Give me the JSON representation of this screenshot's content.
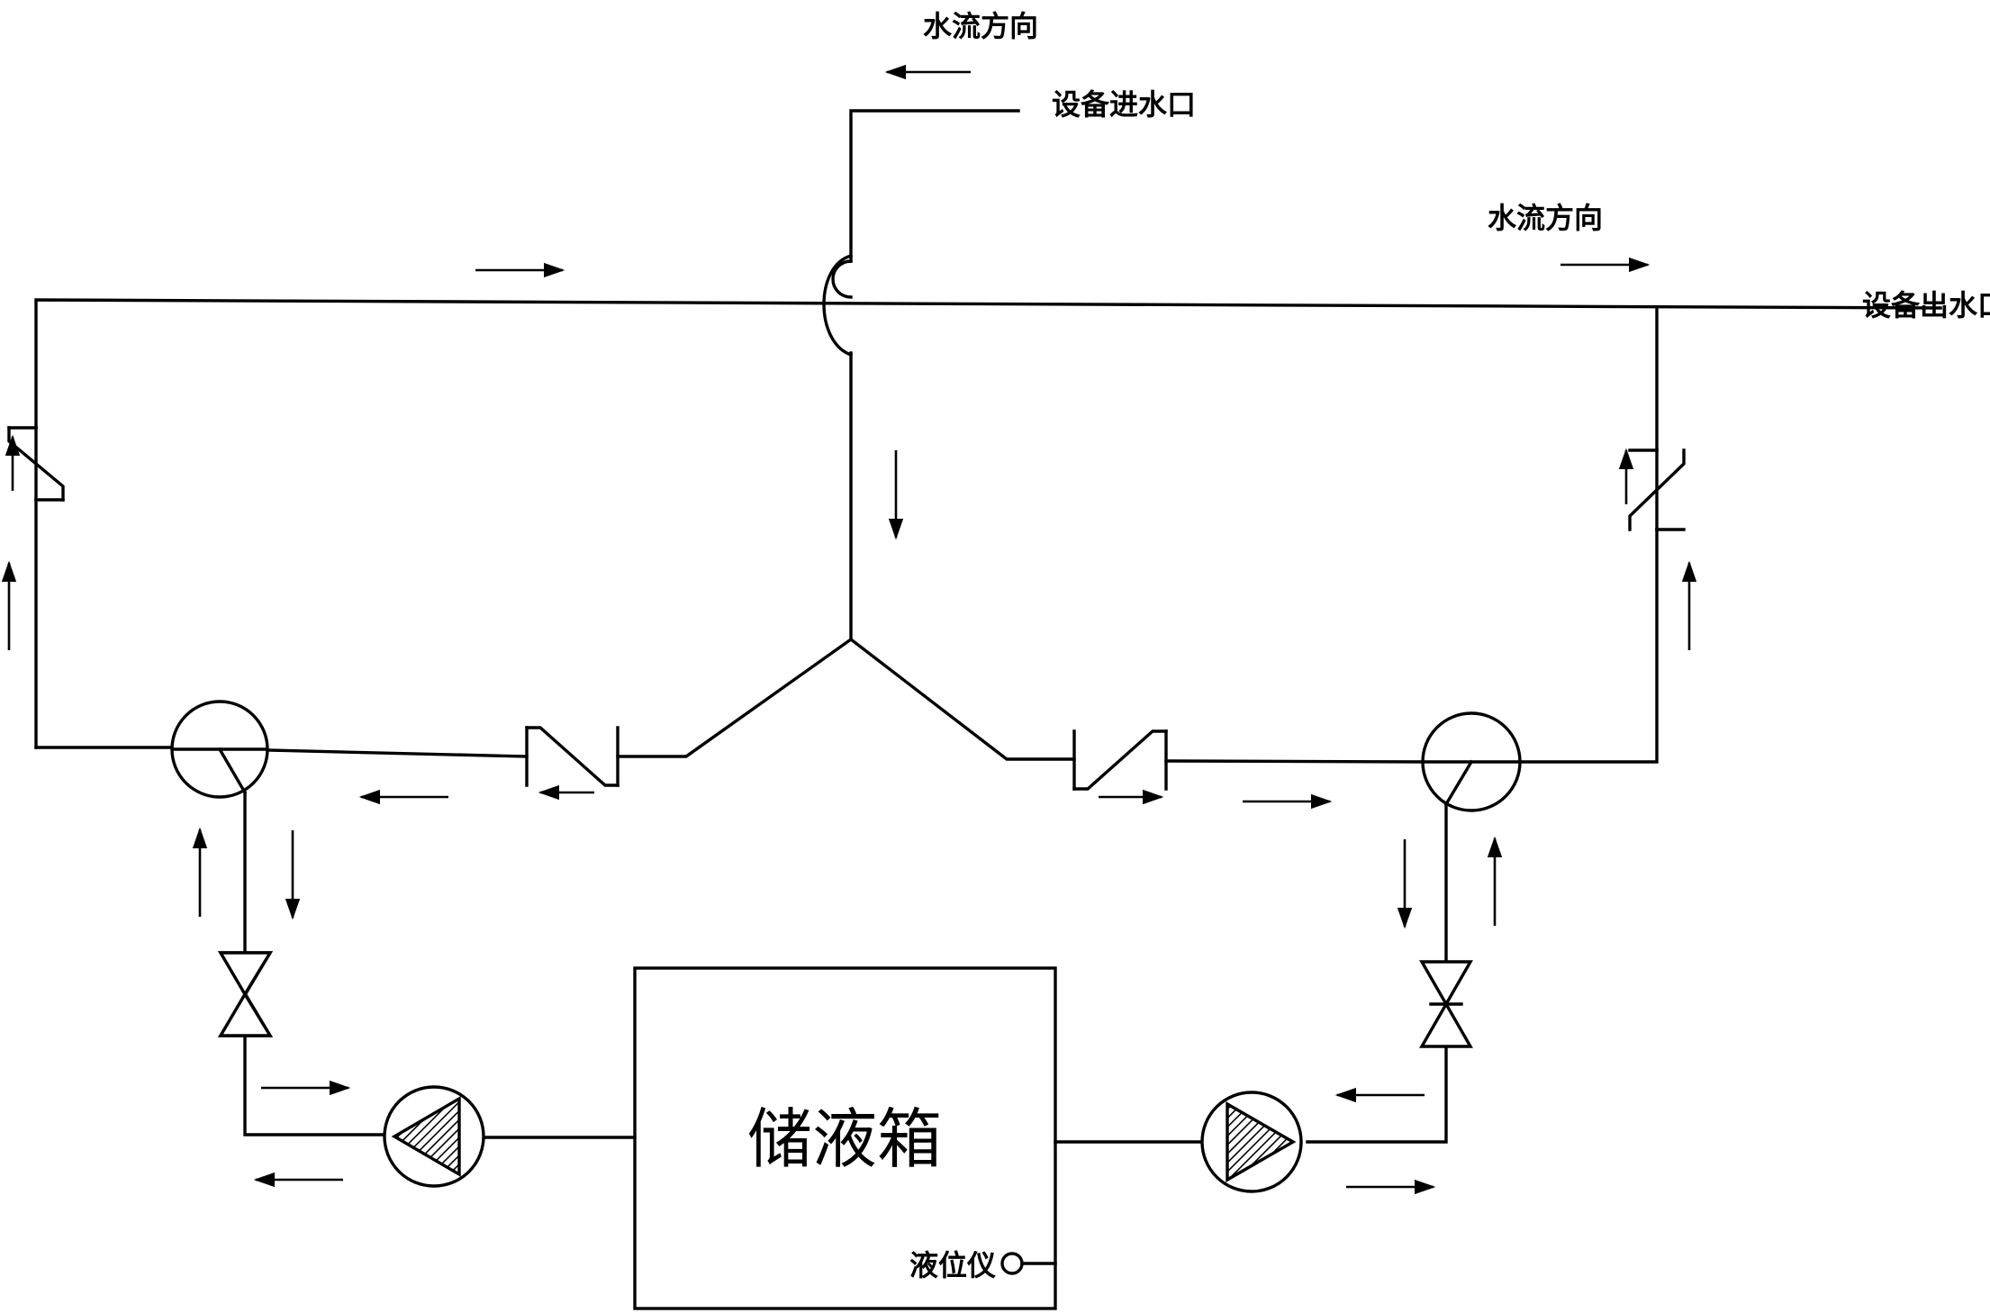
{
  "labels": {
    "flow_direction_top": "水流方向",
    "inlet": "设备进水口",
    "flow_direction_right": "水流方向",
    "outlet": "设备出水口",
    "tank": "储液箱",
    "level_gauge": "液位仪"
  }
}
